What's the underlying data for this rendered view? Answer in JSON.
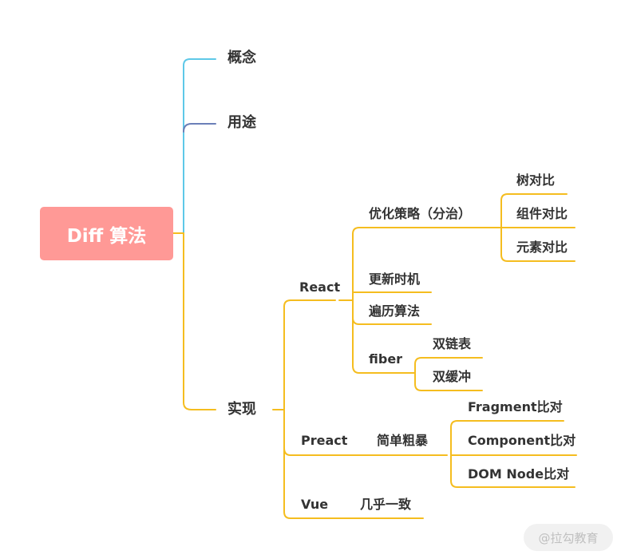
{
  "root": {
    "label": "Diff 算法"
  },
  "colors": {
    "root_bg": "#ff9996",
    "branch_concept": "#5ec8e8",
    "branch_usage": "#6b7fb8",
    "branch_impl": "#f5bd1f"
  },
  "branches": {
    "concept": "概念",
    "usage": "用途",
    "impl": "实现"
  },
  "react": {
    "label": "React",
    "optimize": "优化策略（分治）",
    "tree": "树对比",
    "component": "组件对比",
    "element": "元素对比",
    "timing": "更新时机",
    "traverse": "遍历算法",
    "fiber": "fiber",
    "doubly_linked": "双链表",
    "double_buffer": "双缓冲"
  },
  "preact": {
    "label": "Preact",
    "simple": "简单粗暴",
    "fragment": "Fragment比对",
    "component": "Component比对",
    "domnode": "DOM Node比对"
  },
  "vue": {
    "label": "Vue",
    "same": "几乎一致"
  },
  "watermark": "@拉勾教育"
}
